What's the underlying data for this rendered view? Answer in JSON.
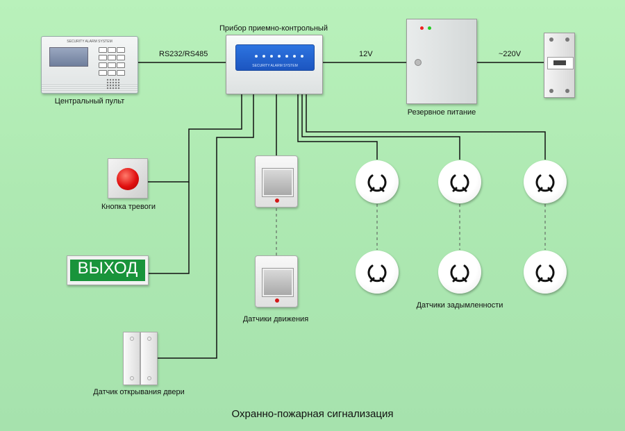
{
  "title": "Охранно-пожарная сигнализация",
  "devices": {
    "console": {
      "label": "Центральный пульт",
      "brand": "SECURITY ALARM SYSTEM"
    },
    "panel": {
      "label": "Прибор приемно-контрольный",
      "brand": "SECURITY ALARM SYSTEM"
    },
    "backup_power": {
      "label": "Резервное питание"
    },
    "alarm_button": {
      "label": "Кнопка тревоги"
    },
    "exit_sign": {
      "text": "ВЫХОД"
    },
    "door_sensor": {
      "label": "Датчик открывания двери"
    },
    "motion_sensors": {
      "label": "Датчики движения"
    },
    "smoke_detectors": {
      "label": "Датчики задымленности"
    }
  },
  "connections": {
    "console_panel": "RS232/RS485",
    "panel_power": "12V",
    "power_mains": "~220V"
  },
  "colors": {
    "background": "#aee9b2",
    "wire": "#111111",
    "panel_blue": "#2166d8",
    "exit_green": "#19943b",
    "alarm_red": "#e01010"
  }
}
